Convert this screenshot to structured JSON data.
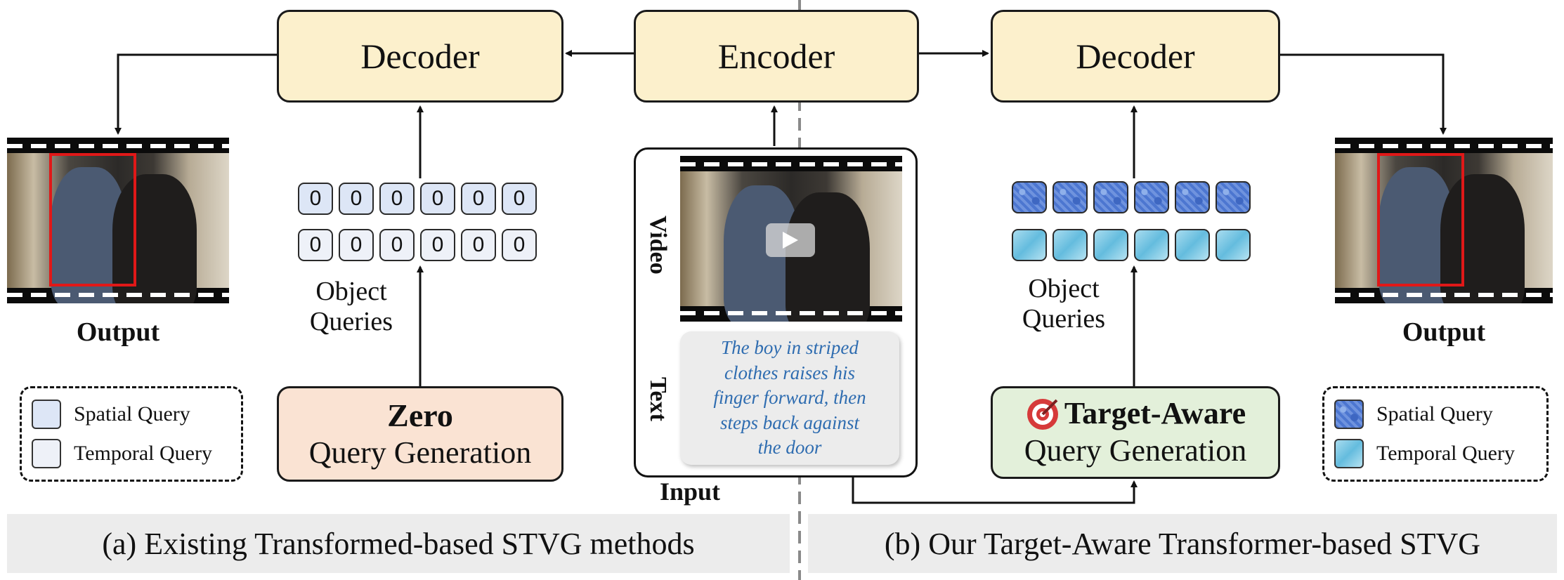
{
  "left_panel": {
    "decoder_label": "Decoder",
    "output_label": "Output",
    "object_queries_label": [
      "Object",
      "Queries"
    ],
    "query_row_1": [
      "0",
      "0",
      "0",
      "0",
      "0",
      "0"
    ],
    "query_row_2": [
      "0",
      "0",
      "0",
      "0",
      "0",
      "0"
    ],
    "query_gen_title": "Zero",
    "query_gen_subtitle": "Query Generation",
    "legend": {
      "spatial": "Spatial Query",
      "temporal": "Temporal Query"
    },
    "caption": "(a) Existing Transformed-based STVG methods"
  },
  "center": {
    "encoder_label": "Encoder",
    "video_label": "Video",
    "text_label": "Text",
    "input_label": "Input",
    "query_text": [
      "The boy in striped",
      "clothes raises his",
      "finger forward, then",
      "steps back against",
      "the door"
    ]
  },
  "right_panel": {
    "decoder_label": "Decoder",
    "output_label": "Output",
    "object_queries_label": [
      "Object",
      "Queries"
    ],
    "query_gen_title": "Target-Aware",
    "query_gen_subtitle": "Query Generation",
    "legend": {
      "spatial": "Spatial Query",
      "temporal": "Temporal Query"
    },
    "caption": "(b) Our Target-Aware Transformer-based STVG"
  },
  "icons": [
    "target-icon",
    "play-icon"
  ],
  "colors": {
    "encoder_decoder_fill": "#fcf0cc",
    "zero_gen_fill": "#fae3d3",
    "target_gen_fill": "#e3f0da",
    "spatial_query_zero": "#dde6f6",
    "temporal_query_zero": "#eef1f8",
    "bbox": "#e01818",
    "query_text": "#2e6cb0",
    "caption_bg": "#ececec"
  }
}
